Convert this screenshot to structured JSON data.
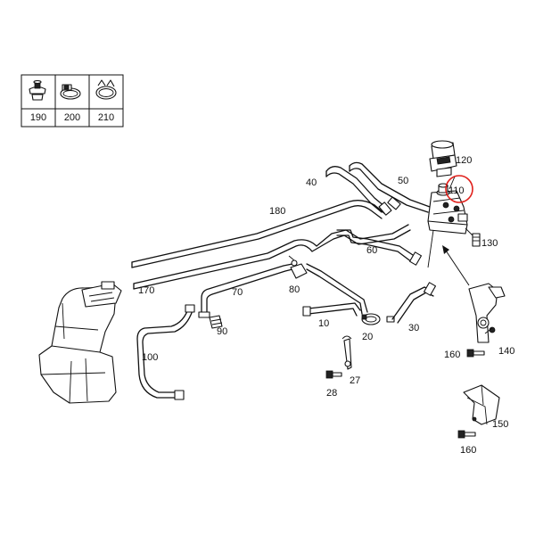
{
  "legend": {
    "items": [
      {
        "id": "190",
        "icon": "grommet-icon"
      },
      {
        "id": "200",
        "icon": "hose-clamp-icon"
      },
      {
        "id": "210",
        "icon": "spring-clamp-icon"
      }
    ]
  },
  "callouts": {
    "c10": "10",
    "c20": "20",
    "c27": "27",
    "c28": "28",
    "c30": "30",
    "c40": "40",
    "c50": "50",
    "c60": "60",
    "c70": "70",
    "c80": "80",
    "c90": "90",
    "c100": "100",
    "c110": "110",
    "c120": "120",
    "c130": "130",
    "c140": "140",
    "c150": "150",
    "c160a": "160",
    "c160b": "160",
    "c170": "170",
    "c180": "180"
  },
  "colors": {
    "line": "#111111",
    "highlight": "#e0201b",
    "background": "#ffffff"
  }
}
